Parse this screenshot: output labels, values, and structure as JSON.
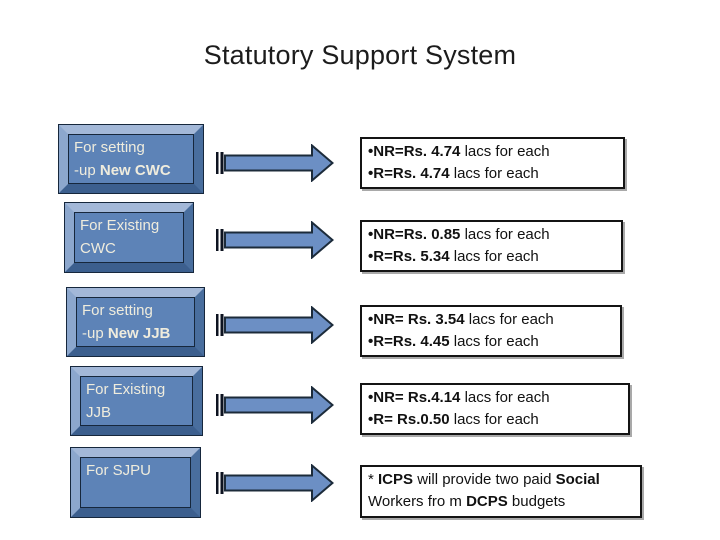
{
  "slide": {
    "title": "Statutory Support System"
  },
  "colors": {
    "title_color": "#1c1c1c",
    "box_face": "#5d83b7",
    "box_bevel_top": "#a3b8d8",
    "box_bevel_left": "#8ca7cd",
    "box_bevel_right": "#496e9e",
    "box_bevel_bottom": "#3c5f8e",
    "box_outline": "#16273c",
    "box_text": "#efecdd",
    "arrow_fill": "#6c8fc4",
    "arrow_stroke": "#1c2b3a",
    "arrow_stripe": "#0d1320",
    "info_border": "#141414",
    "info_text": "#111111"
  },
  "rows": [
    {
      "id": "new-cwc",
      "box_lines": [
        [
          {
            "t": "For setting",
            "b": false
          }
        ],
        [
          {
            "t": "-up ",
            "b": false
          },
          {
            "t": "New CWC",
            "b": true
          }
        ]
      ],
      "info_lines": [
        [
          {
            "t": "•",
            "b": true
          },
          {
            "t": "NR=Rs. 4.74",
            "b": true
          },
          {
            "t": " lacs for each",
            "b": false
          }
        ],
        [
          {
            "t": "•",
            "b": true
          },
          {
            "t": "R=Rs. 4.74",
            "b": true
          },
          {
            "t": " lacs for each",
            "b": false
          }
        ]
      ]
    },
    {
      "id": "existing-cwc",
      "box_lines": [
        [
          {
            "t": "For Existing",
            "b": false
          }
        ],
        [
          {
            "t": "CWC",
            "b": false
          }
        ]
      ],
      "info_lines": [
        [
          {
            "t": "•",
            "b": true
          },
          {
            "t": "NR=Rs. 0.85",
            "b": true
          },
          {
            "t": " lacs for each",
            "b": false
          }
        ],
        [
          {
            "t": "•",
            "b": true
          },
          {
            "t": "R=Rs. 5.34",
            "b": true
          },
          {
            "t": " lacs for each",
            "b": false
          }
        ]
      ]
    },
    {
      "id": "new-jjb",
      "box_lines": [
        [
          {
            "t": "For setting",
            "b": false
          }
        ],
        [
          {
            "t": "-up ",
            "b": false
          },
          {
            "t": "New JJB",
            "b": true
          }
        ]
      ],
      "info_lines": [
        [
          {
            "t": "•",
            "b": true
          },
          {
            "t": "NR= Rs. 3.54",
            "b": true
          },
          {
            "t": " lacs for each",
            "b": false
          }
        ],
        [
          {
            "t": "•",
            "b": true
          },
          {
            "t": "R=Rs. 4.45",
            "b": true
          },
          {
            "t": " lacs for each",
            "b": false
          }
        ]
      ]
    },
    {
      "id": "existing-jjb",
      "box_lines": [
        [
          {
            "t": "For Existing",
            "b": false
          }
        ],
        [
          {
            "t": "JJB",
            "b": false
          }
        ]
      ],
      "info_lines": [
        [
          {
            "t": "•",
            "b": true
          },
          {
            "t": "NR= Rs.4.14",
            "b": true
          },
          {
            "t": " lacs for each",
            "b": false
          }
        ],
        [
          {
            "t": "•",
            "b": true
          },
          {
            "t": "R= Rs.0.50",
            "b": true
          },
          {
            "t": " lacs for each",
            "b": false
          }
        ]
      ]
    },
    {
      "id": "sjpu",
      "box_lines": [
        [
          {
            "t": "For SJPU",
            "b": false
          }
        ]
      ],
      "info_lines": [
        [
          {
            "t": "* ",
            "b": false
          },
          {
            "t": "ICPS",
            "b": true
          },
          {
            "t": " will provide two paid ",
            "b": false
          },
          {
            "t": "Social",
            "b": true
          },
          {
            "t": " Workers fro m ",
            "b": false
          },
          {
            "t": "DCPS",
            "b": true
          },
          {
            "t": " budgets",
            "b": false
          }
        ]
      ]
    }
  ]
}
